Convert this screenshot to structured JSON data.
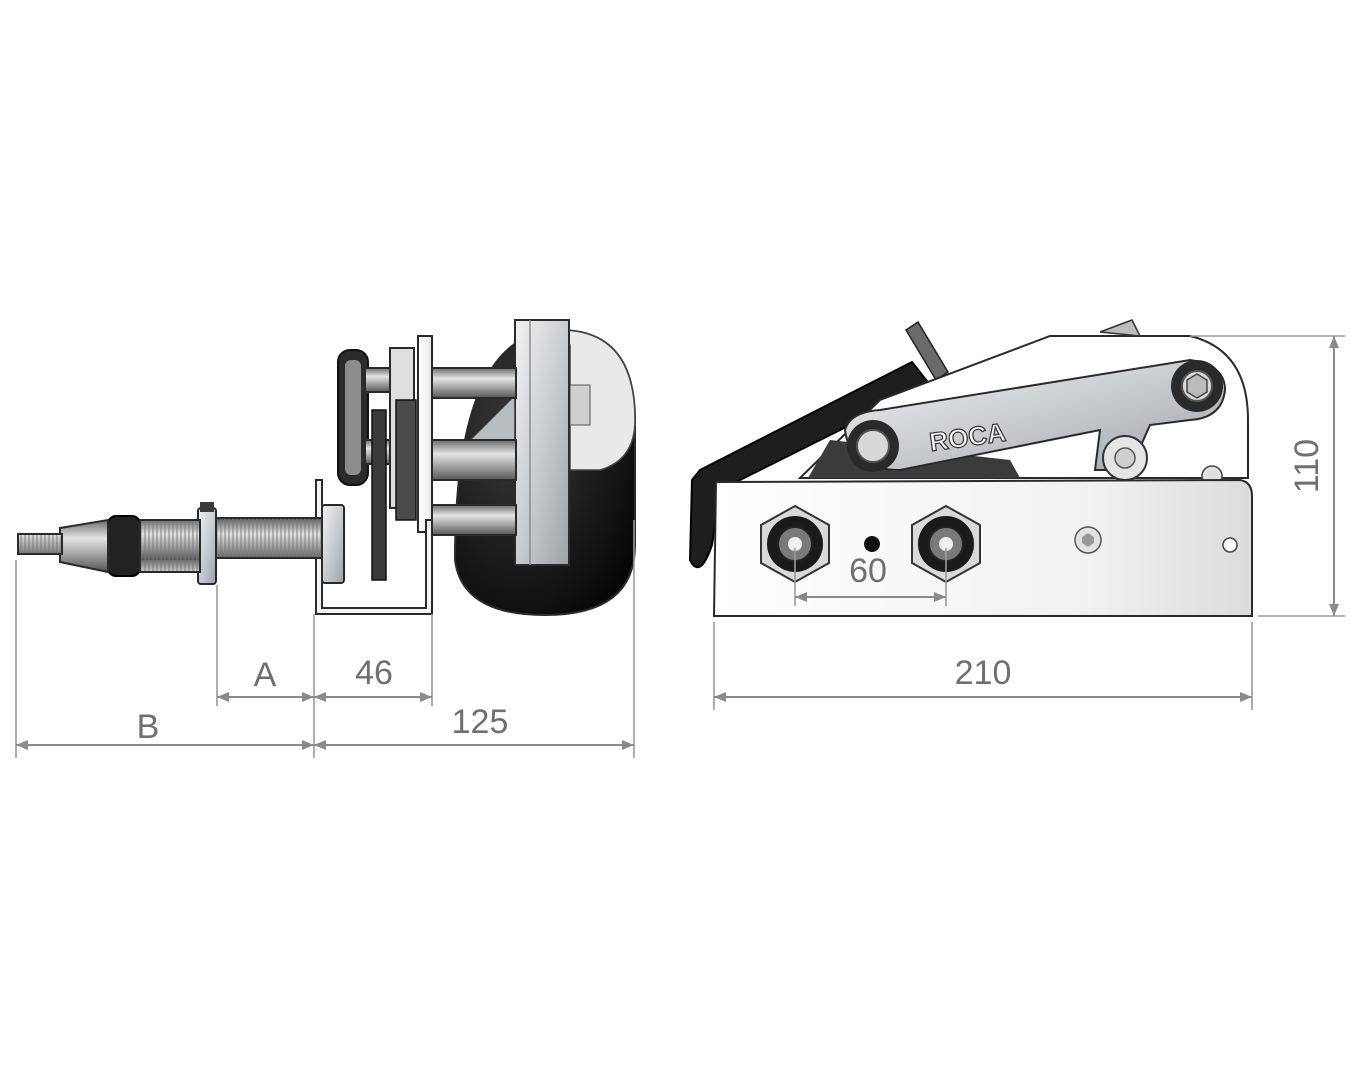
{
  "dimensions": {
    "side_view": {
      "A": "A",
      "B": "B",
      "d46": "46",
      "d125": "125"
    },
    "front_view": {
      "d60": "60",
      "d210": "210",
      "d110": "110"
    }
  },
  "brand": {
    "logo_text": "ROCA"
  },
  "colors": {
    "dimension": "#8a8a8a",
    "motor_body": "#111111",
    "metal": "#c9ccd0",
    "bracket": "#f4f4f4"
  }
}
